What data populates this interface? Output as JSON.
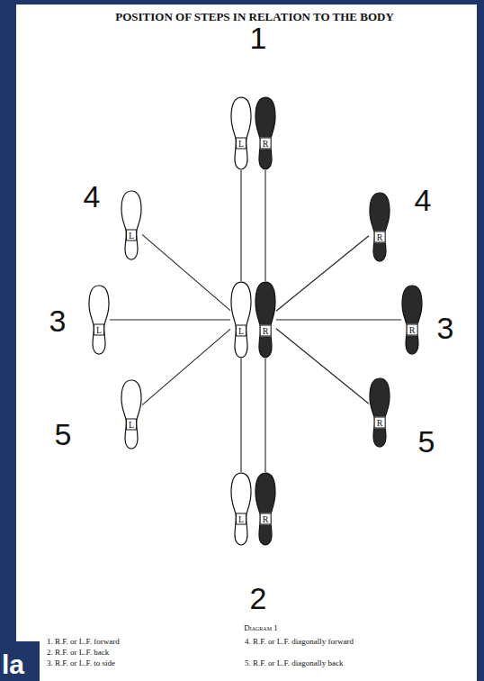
{
  "diagram": {
    "title": "POSITION OF STEPS IN RELATION TO THE BODY",
    "caption": "Diagram 1",
    "nodes": [
      {
        "text": [
          "L"
        ]
      },
      {
        "text": [
          "R"
        ]
      },
      {
        "text": [
          "L"
        ]
      },
      {
        "text": [
          "R"
        ]
      },
      {
        "text": [
          "L"
        ]
      },
      {
        "text": [
          "L"
        ]
      },
      {
        "text": [
          "R"
        ]
      },
      {
        "text": [
          "R"
        ]
      },
      {
        "text": [
          "L"
        ]
      },
      {
        "text": [
          "R"
        ]
      },
      {
        "text": [
          "L"
        ]
      },
      {
        "text": [
          "R"
        ]
      }
    ],
    "edges": [
      {
        "from": 5,
        "to": 0,
        "arrow": "none"
      },
      {
        "from": 6,
        "to": 1,
        "arrow": "none"
      },
      {
        "from": 5,
        "to": 2,
        "arrow": "none"
      },
      {
        "from": 5,
        "to": 4,
        "arrow": "none"
      },
      {
        "from": 5,
        "to": 8,
        "arrow": "none"
      },
      {
        "from": 6,
        "to": 3,
        "arrow": "none"
      },
      {
        "from": 6,
        "to": 7,
        "arrow": "none"
      },
      {
        "from": 6,
        "to": 9,
        "arrow": "none"
      },
      {
        "from": 5,
        "to": 10,
        "arrow": "none"
      },
      {
        "from": 6,
        "to": 11,
        "arrow": "none"
      }
    ],
    "labels": [
      "1",
      "4",
      "4",
      "3",
      "3",
      "5",
      "5",
      "2",
      "1. R.F. or L.F. forward",
      "2. R.F. or L.F. back",
      "3. R.F. or L.F. to side",
      "4. R.F. or L.F. diagonally forward",
      "5. R.F. or L.F. diagonally back",
      "la"
    ]
  }
}
